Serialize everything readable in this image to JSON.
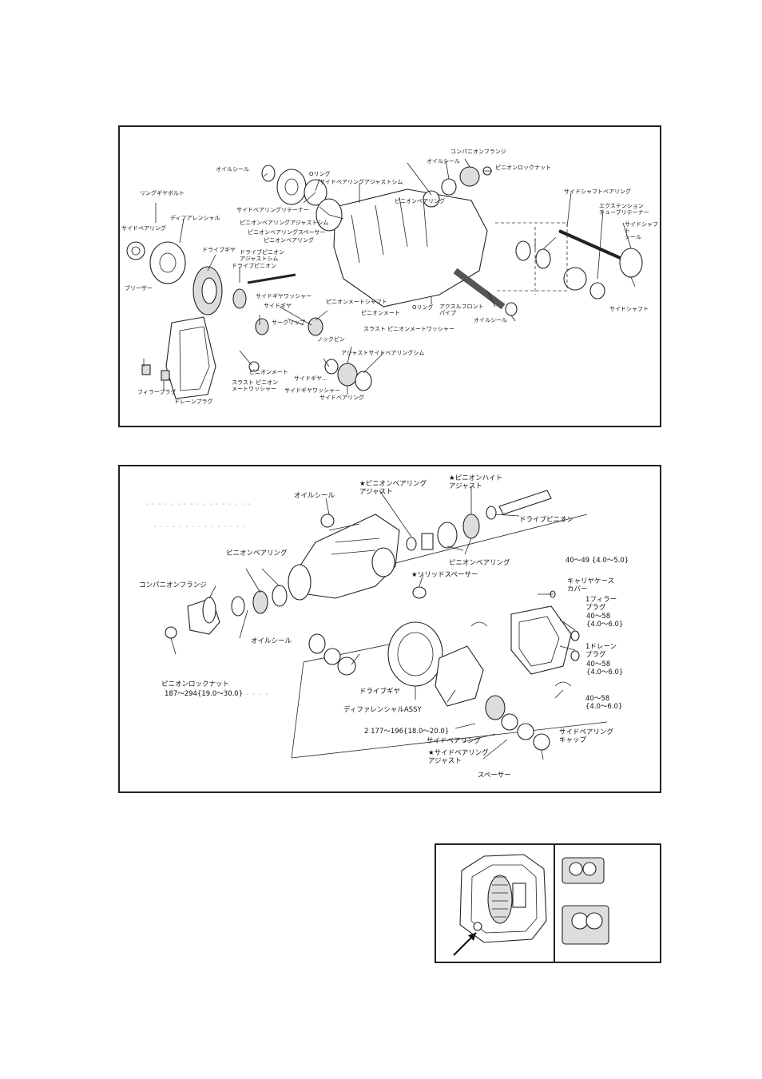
{
  "exploded_view_1": {
    "labels": {
      "ring_gear_bolt": "リングギヤボルト",
      "side_bearing_l": "サイドベアリング",
      "differential_case": "ディフアレンシャル",
      "drive_gear": "ドライブギヤ",
      "drive_pinion_adjust_shim": "ドライブピニオン\nアジャストシム",
      "drive_pinion": "ドライブピニオン",
      "breather": "ブリーザー",
      "side_gear_washer": "サイドギヤワッシャー",
      "side_gear": "サイドギヤ",
      "thrust_pinion_mate_washer_l": "スラスト ピニオン\nメートワッシャー",
      "pinion_mate_l": "ピニオンメート",
      "filler_plug": "フィラープラグ",
      "drain_plug": "ドレーンプラグ",
      "oil_seal_top": "オイルシール",
      "o_ring_top": "Oリング",
      "side_bearing_retainer": "サイドベアリングリテーナー",
      "side_bearing_adjust_shim": "サイドベアリングアジャストシム",
      "pinion_bearing_adjust_shim": "ピニオンベアリングアジャストシム",
      "pinion_bearing_spacer": "ピニオンベアリングスペーサー",
      "pinion_bearing_mid": "ピニオンベアリング",
      "pinion_bearing_top": "ピニオンベアリング",
      "oil_seal_front": "オイルシール",
      "companion_flange": "コンパニオンフランジ",
      "pinion_lock_nut": "ピニオンロックナット",
      "pinion_mate_shaft": "ピニオンメートシャフト",
      "pinion_mate_mid": "ピニオンメート",
      "circlip": "サークリップ",
      "thrust_pinion_mate_washer": "スラスト ピニオンメートワッシャー",
      "knock_pin": "ノックピン",
      "adjust_side_bearing_shim": "アジャストサイドベアリングシム",
      "side_gear_small": "サイドギヤ…",
      "side_gear_washer_b": "サイドギヤワッシャー",
      "side_bearing_b": "サイドベアリング",
      "o_ring_mid": "Oリング",
      "axle_front_pipe": "アクスルフロント\nパイプ",
      "oil_seal_bottom": "オイルシール",
      "side_shaft_bearing": "サイドシャフトベアリング",
      "extension_tube_retainer": "エクステンション\nチューブリテーナー",
      "side_shaft_seal": "サイドシャフト\nシール",
      "side_shaft": "サイドシャフト"
    }
  },
  "exploded_view_2": {
    "labels": {
      "pinion_bearing_adjust": "★ピニオンベアリング\nアジャスト",
      "pinion_height_adjust": "★ピニオンハイト\nアジャスト",
      "oil_seal_top": "オイルシール",
      "drive_pinion": "ドライブピニオン",
      "torque_cover_bolt": "40～49 {4.0～5.0}",
      "pinion_bearing_left": "ピニオンベアリング",
      "solid_spacer": "★ソリッドスペーサー",
      "pinion_bearing_right": "ピニオンベアリング",
      "carrier_case_cover": "キャリヤケース\nカバー",
      "companion_flange": "コンパニオンフランジ",
      "filler_plug": "1フィラー\nプラグ",
      "filler_torque": "40～58\n{4.0～6.0}",
      "oil_seal_front": "オイルシール",
      "drain_plug": "1ドレーン\nプラグ",
      "drain_torque": "40～58\n{4.0～6.0}",
      "drive_gear": "ドライブギヤ",
      "pinion_lock_nut": "ピニオンロックナット",
      "lock_nut_torque": "187～294{19.0～30.0}",
      "differential_assy": "ディファレンシャルASSY",
      "cap_torque": "40～58\n{4.0～6.0}",
      "ring_bolt_torque": "2 177～196{18.0～20.0}",
      "side_bearing": "サイドベアリング",
      "side_bearing_cap": "サイドベアリング\nキャップ",
      "side_bearing_adjust": "★サイドベアリング\nアジャスト",
      "spacer": "スペーサー"
    }
  }
}
